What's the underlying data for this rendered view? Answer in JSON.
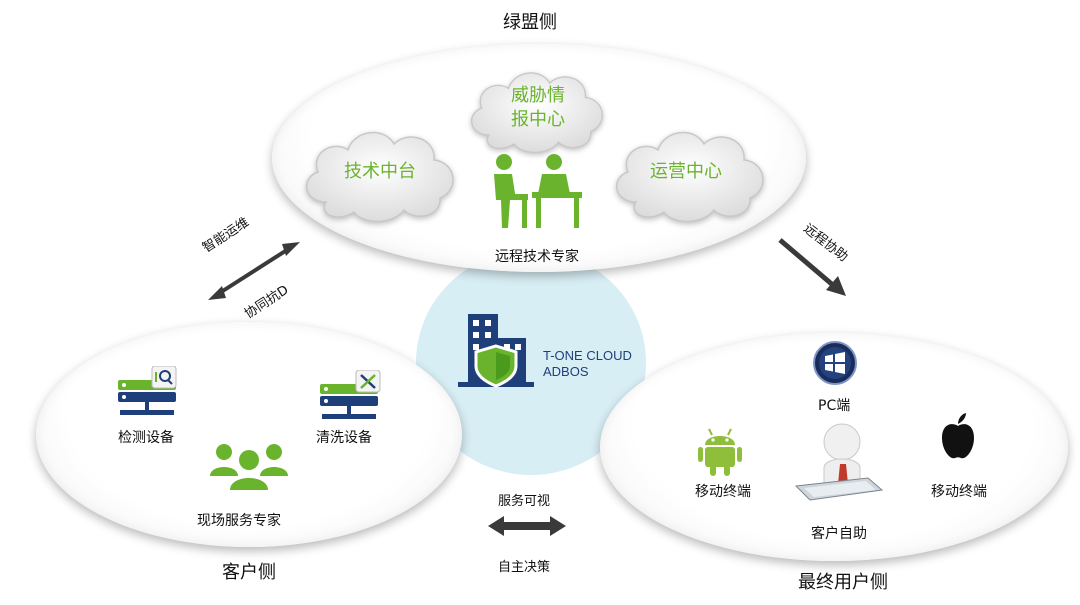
{
  "sections": {
    "alliance": {
      "title": "绿盟侧",
      "clouds": [
        "技术中台",
        "威胁情报中心",
        "运营中心"
      ],
      "cloud_lines": {
        "threat_1": "威胁情",
        "threat_2": "报中心"
      },
      "expert_label": "远程技术专家"
    },
    "customer": {
      "title": "客户侧",
      "items": [
        "检测设备",
        "清洗设备",
        "现场服务专家"
      ]
    },
    "end_user": {
      "title": "最终用户侧",
      "items": [
        "PC端",
        "移动终端",
        "客户自助",
        "移动终端"
      ]
    },
    "hub": {
      "line1": "T-ONE CLOUD",
      "line2": "ADBOS"
    }
  },
  "arrows": {
    "left": [
      "智能运维",
      "协同抗D"
    ],
    "right": [
      "远程协助"
    ],
    "bottom": [
      "服务可视",
      "自主决策"
    ]
  },
  "colors": {
    "green": "#6ab42d",
    "navy": "#1f3f7a",
    "hub_bg": "#d7eef4"
  }
}
